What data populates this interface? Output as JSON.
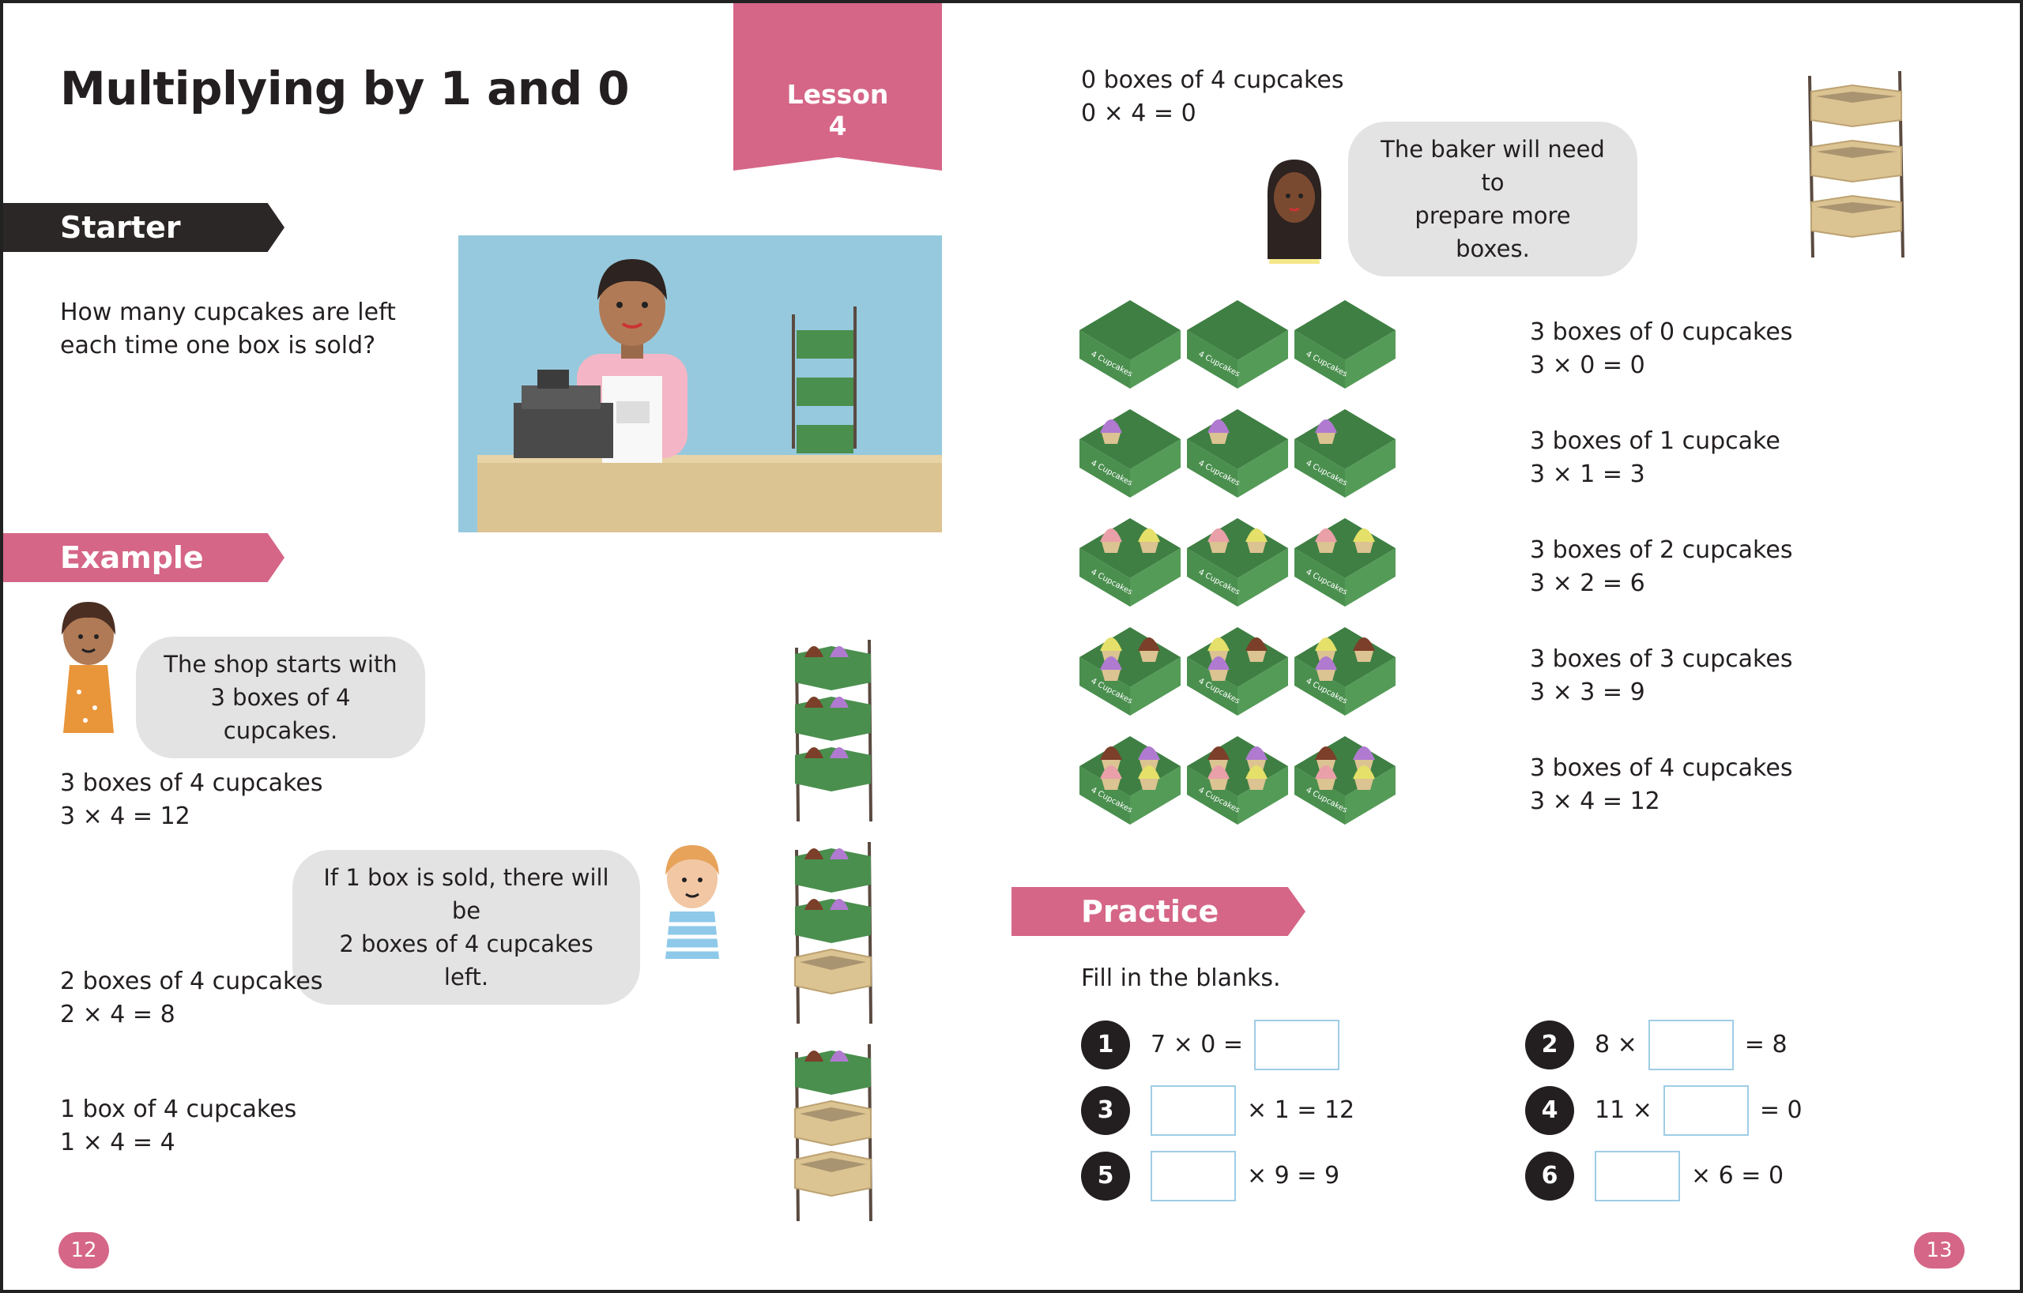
{
  "title": "Multiplying by 1 and 0",
  "lesson": {
    "label": "Lesson",
    "number": "4"
  },
  "sections": {
    "starter": "Starter",
    "example": "Example",
    "practice": "Practice"
  },
  "starter": {
    "question_line1": "How many cupcakes are left",
    "question_line2": "each time one box is sold?"
  },
  "example": {
    "bubble1_line1": "The shop starts with",
    "bubble1_line2": "3 boxes of 4 cupcakes.",
    "step1_text": "3 boxes of 4 cupcakes",
    "step1_eq": "3 × 4 = 12",
    "bubble2_line1": "If 1 box is sold, there will be",
    "bubble2_line2": "2 boxes of 4 cupcakes left.",
    "step2_text": "2 boxes of 4 cupcakes",
    "step2_eq": "2 × 4 = 8",
    "step3_text": "1 box of 4 cupcakes",
    "step3_eq": "1 × 4 = 4"
  },
  "right": {
    "zero_text": "0 boxes of 4 cupcakes",
    "zero_eq": "0 × 4 = 0",
    "bubble3_line1": "The baker will need to",
    "bubble3_line2": "prepare more boxes.",
    "box_label": "4 Cupcakes",
    "rows": [
      {
        "text": "3 boxes of 0 cupcakes",
        "eq": "3 × 0 = 0",
        "cupcakes": 0
      },
      {
        "text": "3 boxes of 1 cupcake",
        "eq": "3 × 1 = 3",
        "cupcakes": 1
      },
      {
        "text": "3 boxes of 2 cupcakes",
        "eq": "3 × 2 = 6",
        "cupcakes": 2
      },
      {
        "text": "3 boxes of 3 cupcakes",
        "eq": "3 × 3 = 9",
        "cupcakes": 3
      },
      {
        "text": "3 boxes of 4 cupcakes",
        "eq": "3 × 4 = 12",
        "cupcakes": 4
      }
    ]
  },
  "practice": {
    "instruction": "Fill in the blanks.",
    "q1": {
      "n": "1",
      "a": "7 × 0 =",
      "b": ""
    },
    "q2": {
      "n": "2",
      "a": "8 ×",
      "b": "= 8"
    },
    "q3": {
      "n": "3",
      "a": "",
      "b": "× 1 = 12"
    },
    "q4": {
      "n": "4",
      "a": "11 ×",
      "b": "= 0"
    },
    "q5": {
      "n": "5",
      "a": "",
      "b": "× 9 = 9"
    },
    "q6": {
      "n": "6",
      "a": "",
      "b": "× 6 = 0"
    }
  },
  "pages": {
    "left": "12",
    "right": "13"
  },
  "colors": {
    "pink": "#d56687",
    "dark": "#2b2726",
    "sky": "#96c9dd",
    "box_green": "#4a8f4e",
    "blank_border": "#9fcde6"
  }
}
